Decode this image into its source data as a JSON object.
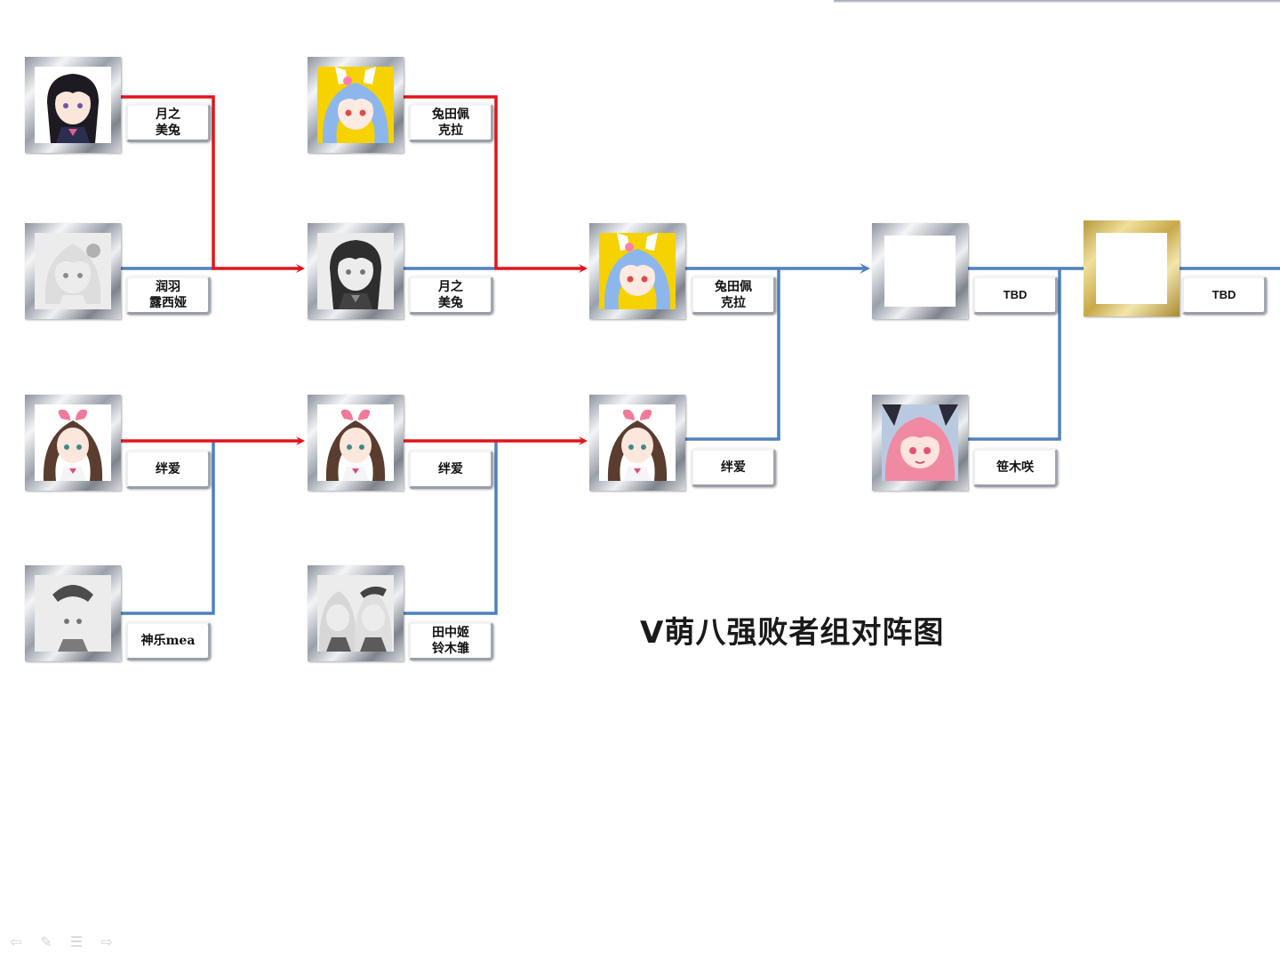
{
  "title": "V萌八强败者组对阵图",
  "contestants": {
    "r1_1": "月之\n美兔",
    "r1_2": "润羽\n露西娅",
    "r1_3": "绊爱",
    "r1_4": "神乐mea",
    "r2_1": "兔田佩\n克拉",
    "r2_2": "月之\n美兔",
    "r2_3": "绊爱",
    "r2_4": "田中姬\n铃木雏",
    "r3_1": "兔田佩\n克拉",
    "r3_2": "绊爱",
    "r4_1": "TBD",
    "r4_2": "笹木咲",
    "final": "TBD"
  },
  "icons": {
    "nav_prev": "arrow-left-icon",
    "nav_pen": "pen-icon",
    "nav_menu": "menu-icon",
    "nav_next": "arrow-right-icon"
  },
  "colors": {
    "winner_line": "#e3141b",
    "bracket_line": "#4f81bd",
    "silver_frame": "#a6abb3",
    "gold_frame": "#c9a94a"
  }
}
